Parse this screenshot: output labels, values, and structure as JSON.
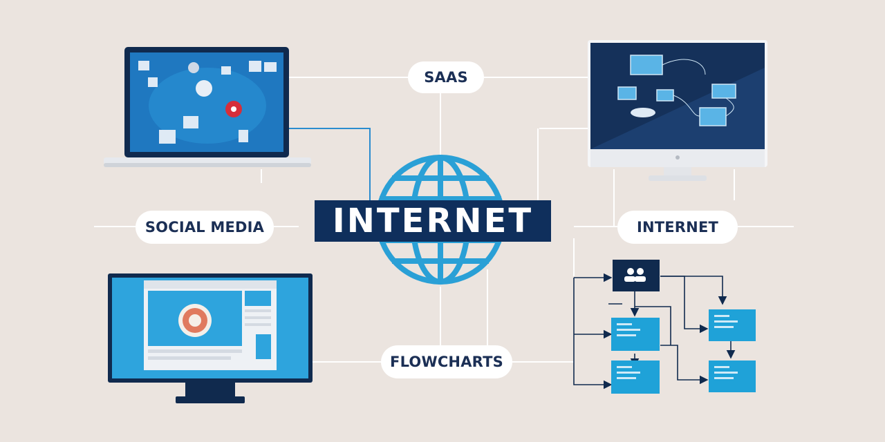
{
  "labels": {
    "saas": "SAAS",
    "social_media": "SOCIAL MEDIA",
    "internet_right": "INTERNET",
    "flowcharts": "FLOWCHARTS",
    "center_title": "INTERNET"
  },
  "icons": {
    "laptop": "laptop-icon",
    "desktop_monitor": "desktop-monitor-icon",
    "globe": "globe-icon",
    "video_monitor": "video-monitor-icon",
    "flowchart": "flowchart-icon",
    "users": "users-icon"
  },
  "colors": {
    "background": "#ebe4df",
    "navy": "#0f2f5c",
    "blue": "#2aa0d6",
    "light_blue": "#2ea4dd",
    "line": "#ffffff"
  }
}
